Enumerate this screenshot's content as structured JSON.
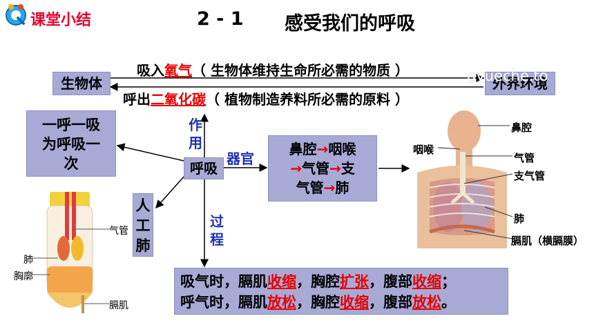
{
  "header": {
    "section": "课堂小结",
    "number": "2 - 1",
    "title": "感受我们的呼吸"
  },
  "watermark": "gyueche.to",
  "top": {
    "organism": "生物体",
    "environment": "外界环境",
    "inhale_prefix": "吸入",
    "inhale_gas": "氧气",
    "inhale_note": "（ 生物体维持生命所必需的物质 ）",
    "exhale_prefix": "呼出",
    "exhale_gas": "二氧化碳",
    "exhale_note": "（ 植物制造养料所必需的原料 ）"
  },
  "center": {
    "breath": "呼吸",
    "function_label": "作用",
    "organ_label": "器官",
    "process_label": "过程",
    "once_box": "一呼一吸为呼吸一次",
    "artificial_lung": "人工肺"
  },
  "organs": {
    "items": [
      "鼻腔",
      "咽喉",
      "气管",
      "支气管",
      "肺"
    ],
    "arrow": "→"
  },
  "process": {
    "line1": [
      {
        "t": "吸气时，膈肌",
        "hl": false
      },
      {
        "t": "收缩",
        "hl": true
      },
      {
        "t": "，胸腔",
        "hl": false
      },
      {
        "t": "扩张",
        "hl": true
      },
      {
        "t": "，腹部",
        "hl": false
      },
      {
        "t": "收缩",
        "hl": true
      },
      {
        "t": "；",
        "hl": false
      }
    ],
    "line2": [
      {
        "t": "呼气时，膈肌",
        "hl": false
      },
      {
        "t": "放松",
        "hl": true
      },
      {
        "t": "，胸腔",
        "hl": false
      },
      {
        "t": "收缩",
        "hl": true
      },
      {
        "t": "，腹部",
        "hl": false
      },
      {
        "t": "放松",
        "hl": true
      },
      {
        "t": "。",
        "hl": false
      }
    ]
  },
  "model_labels": {
    "trachea": "气管",
    "lung": "肺",
    "chest": "胸廓",
    "diaphragm": "膈肌"
  },
  "anatomy_labels": {
    "nasal": "鼻腔",
    "pharynx": "咽喉",
    "trachea": "气管",
    "bronchus": "支气管",
    "lung": "肺",
    "diaphragm": "膈肌（横膈膜）"
  },
  "colors": {
    "box_fill": "#a9a9d6",
    "highlight": "#e60000",
    "label_blue": "#1e2fb4"
  }
}
